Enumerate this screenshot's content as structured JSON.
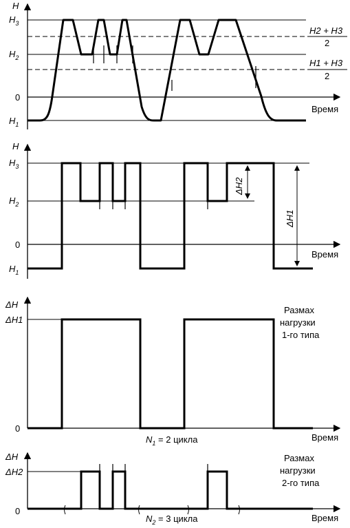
{
  "panel1": {
    "y_axis_label": "H",
    "levels": {
      "h3": "3",
      "h2": "2",
      "zero": "0",
      "h1": "1"
    },
    "level_prefix": "H",
    "frac_upper": {
      "num": "H2 + H3",
      "den": "2"
    },
    "frac_lower": {
      "num": "H1 + H3",
      "den": "2"
    },
    "x_axis_label": "Время"
  },
  "panel2": {
    "y_axis_label": "H",
    "x_axis_label": "Время",
    "delta_h2": "ΔH2",
    "delta_h1": "ΔH1"
  },
  "panel3": {
    "y_axis_label": "ΔH",
    "level_label": "ΔH1",
    "zero": "0",
    "x_axis_label": "Время",
    "caption_lines": [
      "Размах",
      "нагрузки",
      "1-го типа"
    ],
    "count_label": {
      "symbol": "N",
      "sub": "1",
      "text": " = 2 цикла"
    }
  },
  "panel4": {
    "y_axis_label": "ΔH",
    "level_label": "ΔH2",
    "zero": "0",
    "x_axis_label": "Время",
    "caption_lines": [
      "Размах",
      "нагрузки",
      "2-го типа"
    ],
    "count_label": {
      "symbol": "N",
      "sub": "2",
      "text": " = 3 цикла"
    }
  }
}
